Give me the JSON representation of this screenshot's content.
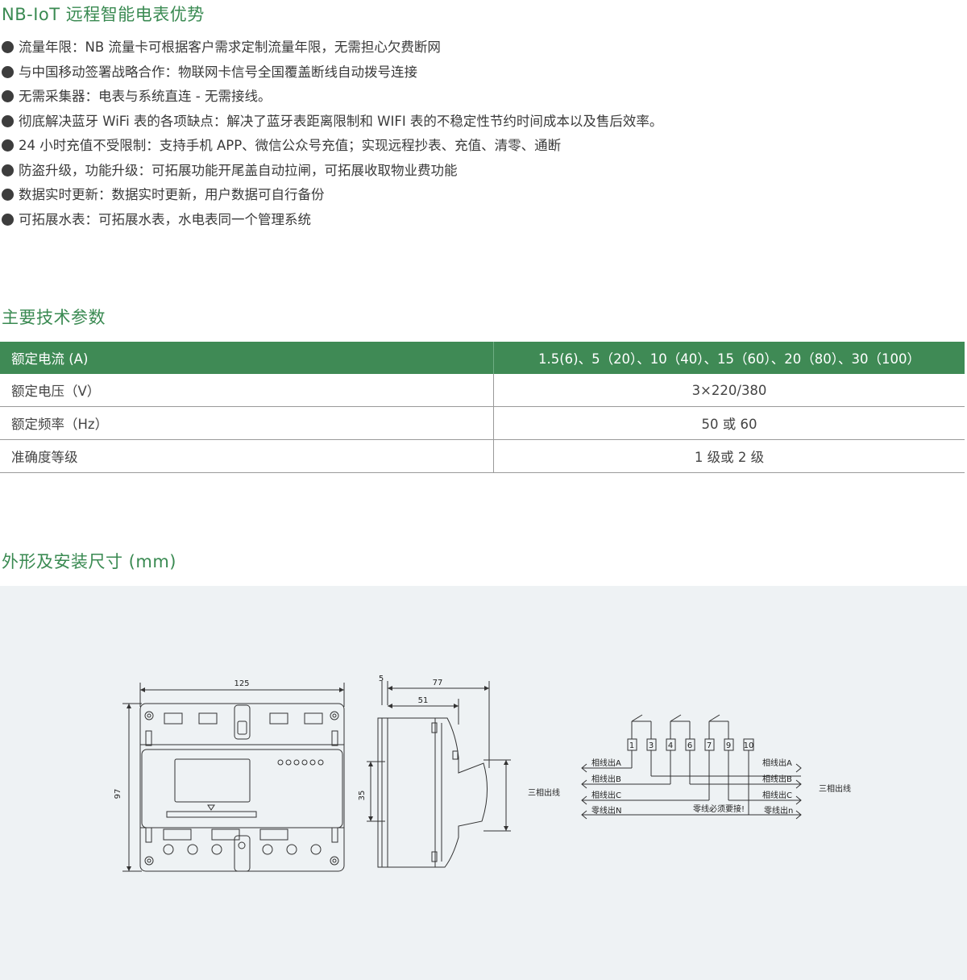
{
  "advantages": {
    "title": "NB-IoT 远程智能电表优势",
    "items": [
      "流量年限：NB 流量卡可根据客户需求定制流量年限，无需担心欠费断网",
      "与中国移动签署战略合作：物联网卡信号全国覆盖断线自动拨号连接",
      "无需采集器：电表与系统直连 - 无需接线。",
      "彻底解决蓝牙 WiFi 表的各项缺点：解决了蓝牙表距离限制和 WIFI 表的不稳定性节约时间成本以及售后效率。",
      "24 小时充值不受限制：支持手机 APP、微信公众号充值；实现远程抄表、充值、清零、通断",
      "防盗升级，功能升级：可拓展功能开尾盖自动拉闸，可拓展收取物业费功能",
      "数据实时更新：数据实时更新，用户数据可自行备份",
      "可拓展水表：可拓展水表，水电表同一个管理系统"
    ]
  },
  "specs": {
    "title": "主要技术参数",
    "rows": [
      {
        "label": "额定电流 (A)",
        "value": "1.5(6)、5（20）、10（40）、15（60）、20（80）、30（100）"
      },
      {
        "label": "额定电压（V）",
        "value": "3×220/380"
      },
      {
        "label": "额定频率（Hz）",
        "value": "50 或 60"
      },
      {
        "label": "准确度等级",
        "value": "1 级或 2 级"
      }
    ]
  },
  "dimensions": {
    "title": "外形及安装尺寸 (mm)",
    "front": {
      "width": "125",
      "height": "97"
    },
    "side": {
      "top_small": "5",
      "total_depth": "77",
      "body_depth": "51",
      "rail_height": "35"
    },
    "wiring": {
      "left_label": "三相出线",
      "right_label": "三相出线",
      "terminals": [
        "1",
        "3",
        "4",
        "6",
        "7",
        "9",
        "10"
      ],
      "left_lines": [
        "相线出A",
        "相线出B",
        "相线出C",
        "零线出N"
      ],
      "right_lines": [
        "相线出A",
        "相线出B",
        "相线出C",
        "零线出n"
      ],
      "note": "零线必须要接!"
    }
  },
  "colors": {
    "accent": "#3a8a52",
    "table_header": "#3f8a55",
    "drawing_bg": "#eef2f4"
  }
}
